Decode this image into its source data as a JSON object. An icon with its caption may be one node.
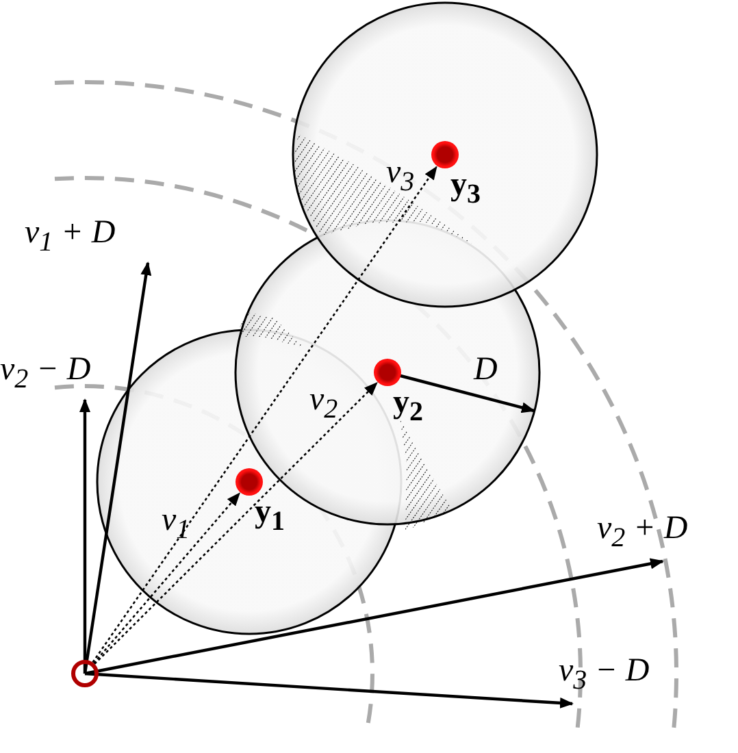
{
  "diagram": {
    "nodes": [
      {
        "text": [],
        "shape": "circle"
      },
      {
        "text": [
          "y$_{1}$"
        ]
      },
      {
        "text": [
          "y$_{2}$"
        ]
      },
      {
        "text": [
          "y$_{3}$"
        ]
      }
    ],
    "edges": [
      {
        "from": 0,
        "to": 1,
        "arrow": "to",
        "label": "v$_{1}$",
        "style": "dashed"
      },
      {
        "from": 0,
        "to": 2,
        "arrow": "to",
        "label": "v$_{2}$",
        "style": "dashed"
      },
      {
        "from": 0,
        "to": 3,
        "arrow": "to",
        "label": "v$_{3}$",
        "style": "dashed"
      }
    ],
    "labels": [
      "v$_{1}$ + D",
      "v$_{2}$ − D",
      "D",
      "v$_{2}$ + D",
      "v$_{3}$ − D"
    ]
  }
}
